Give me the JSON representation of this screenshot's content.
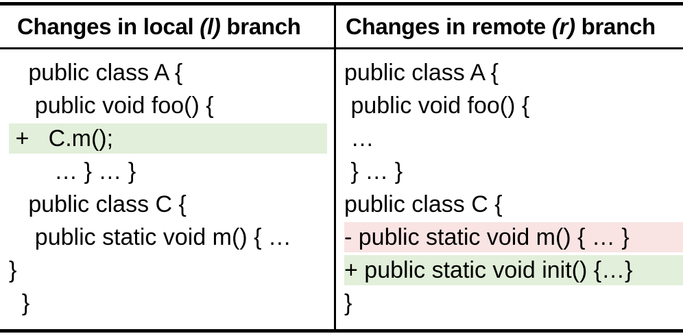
{
  "colors": {
    "added_highlight": "#e2efda",
    "removed_highlight": "#f9e3e3",
    "border": "#000000",
    "text": "#000000",
    "background": "#ffffff"
  },
  "table": {
    "headers": [
      {
        "parts": [
          "Changes in local ",
          "(l)",
          " branch"
        ]
      },
      {
        "parts": [
          "Changes in remote ",
          "(r)",
          " branch"
        ]
      }
    ],
    "columns": [
      {
        "name": "local",
        "lines": [
          {
            "text": "   public class A {",
            "highlight": "none"
          },
          {
            "text": "    public void foo() {",
            "highlight": "none"
          },
          {
            "text": " +   C.m();",
            "highlight": "added"
          },
          {
            "text": "       … } … }",
            "highlight": "none"
          },
          {
            "text": "   public class C {",
            "highlight": "none"
          },
          {
            "text": "    public static void m() { …",
            "highlight": "none"
          },
          {
            "text": "}",
            "highlight": "none"
          },
          {
            "text": "  }",
            "highlight": "none"
          }
        ]
      },
      {
        "name": "remote",
        "lines": [
          {
            "text": "public class A {",
            "highlight": "none"
          },
          {
            "text": " public void foo() {",
            "highlight": "none"
          },
          {
            "text": " …",
            "highlight": "none"
          },
          {
            "text": " } … }",
            "highlight": "none"
          },
          {
            "text": "public class C {",
            "highlight": "none"
          },
          {
            "text": "- public static void m() { … }",
            "highlight": "removed"
          },
          {
            "text": "+ public static void init() {…}",
            "highlight": "added"
          },
          {
            "text": "}",
            "highlight": "none"
          }
        ]
      }
    ]
  }
}
